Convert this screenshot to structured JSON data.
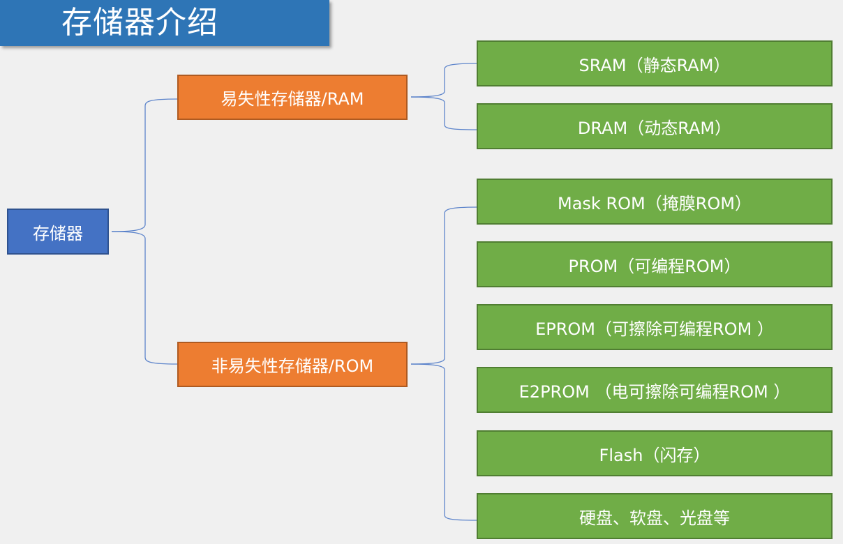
{
  "title": "存储器介绍",
  "colors": {
    "title_bg": "#2e75b6",
    "root": "#4472c4",
    "category": "#ed7d31",
    "leaf": "#70ad47",
    "connector": "#4472c4",
    "background": "#f0f0f0"
  },
  "tree": {
    "root": "存储器",
    "categories": [
      {
        "label": "易失性存储器/RAM",
        "children": [
          "SRAM（静态RAM）",
          "DRAM（动态RAM）"
        ]
      },
      {
        "label": "非易失性存储器/ROM",
        "children": [
          "Mask ROM（掩膜ROM）",
          "PROM（可编程ROM）",
          "EPROM（可擦除可编程ROM ）",
          "E2PROM （电可擦除可编程ROM ）",
          "Flash（闪存）",
          "硬盘、软盘、光盘等"
        ]
      }
    ]
  }
}
